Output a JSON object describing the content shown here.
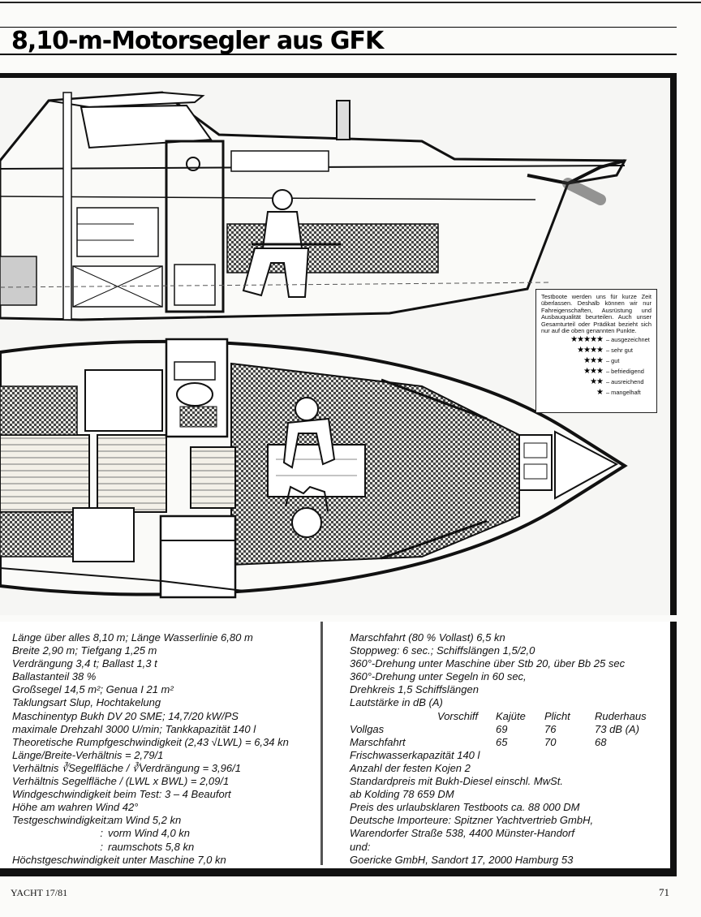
{
  "headline": "8,10-m-Motorsegler aus GFK",
  "legend": {
    "intro": "Testboote werden uns für kurze Zeit überlassen. Deshalb können wir nur Fahreigenschaften, Ausrüstung und Ausbauqualität beurteilen. Auch unser Gesamturteil oder Prädikat bezieht sich nur auf die oben genannten Punkte.",
    "ratings": [
      {
        "stars": "★★★★★",
        "label": "– ausgezeichnet"
      },
      {
        "stars": "★★★★",
        "label": "– sehr gut"
      },
      {
        "stars": "★★★",
        "label": "– gut"
      },
      {
        "stars": "★★★",
        "label": "– befriedigend"
      },
      {
        "stars": "★★",
        "label": "– ausreichend"
      },
      {
        "stars": "★",
        "label": "– mangelhaft"
      }
    ]
  },
  "specs_left": {
    "lines": [
      "Länge über alles 8,10 m; Länge Wasserlinie 6,80 m",
      "Breite 2,90 m; Tiefgang 1,25 m",
      "Verdrängung 3,4 t; Ballast 1,3 t",
      "Ballastanteil 38 %",
      "Großsegel 14,5 m²; Genua I   21 m²",
      "Taklungsart Slup, Hochtakelung",
      "Maschinentyp Bukh DV 20 SME; 14,7/20 kW/PS",
      "maximale Drehzahl 3000 U/min; Tankkapazität 140 l",
      "Theoretische Rumpfgeschwindigkeit (2,43 √LWL) = 6,34 kn",
      "Länge/Breite-Verhältnis = 2,79/1",
      "Verhältnis ∛Segelfläche / ∛Verdrängung = 3,96/1",
      "Verhältnis Segelfläche / (LWL x BWL) = 2,09/1",
      "Windgeschwindigkeit beim Test: 3 – 4 Beaufort",
      "Höhe am wahren Wind 42°"
    ],
    "speed_label": "Testgeschwindigkeit:",
    "speeds": [
      {
        "key": "Testgeschwindigkeit:",
        "value": "am Wind 5,2 kn"
      },
      {
        "key": ":",
        "value": "vorm Wind 4,0 kn"
      },
      {
        "key": ":",
        "value": "raumschots 5,8 kn"
      }
    ],
    "last_line": "Höchstgeschwindigkeit unter Maschine 7,0 kn"
  },
  "specs_right": {
    "lines_top": [
      "Marschfahrt (80 % Vollast) 6,5 kn",
      "Stoppweg: 6 sec.; Schiffslängen 1,5/2,0",
      "360°-Drehung unter Maschine über Stb 20, über Bb 25 sec",
      "360°-Drehung unter Segeln in 60 sec,",
      "Drehkreis 1,5 Schiffslängen",
      "Lautstärke in dB (A)"
    ],
    "sound_header": [
      "",
      "Vorschiff",
      "Kajüte",
      "Plicht",
      "Ruderhaus"
    ],
    "sound_rows": [
      [
        "Vollgas",
        "",
        "69",
        "76",
        "73 dB (A)"
      ],
      [
        "Marschfahrt",
        "",
        "65",
        "70",
        "68"
      ]
    ],
    "lines_bottom": [
      "Frischwasserkapazität 140 l",
      "Anzahl der festen Kojen 2",
      "Standardpreis mit Bukh-Diesel einschl. MwSt.",
      "ab Kolding 78 659 DM",
      "Preis des urlaubsklaren Testboots ca. 88 000 DM",
      "Deutsche Importeure: Spitzner Yachtvertrieb GmbH,",
      "Warendorfer Straße 538, 4400 Münster-Handorf",
      "und:",
      "Goericke GmbH, Sandort 17, 2000 Hamburg 53"
    ]
  },
  "footer": {
    "left": "YACHT 17/81",
    "right": "71"
  }
}
